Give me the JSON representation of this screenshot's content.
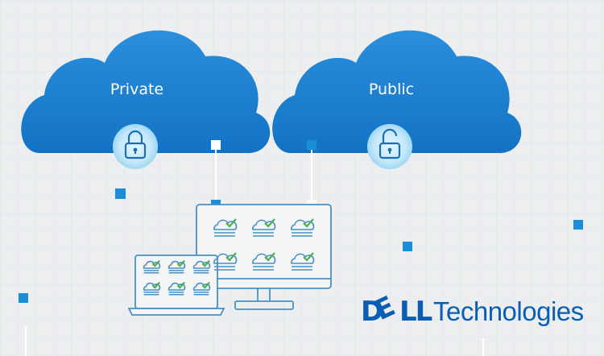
{
  "clouds": {
    "private": {
      "label": "Private",
      "lock_icon": "lock-closed-icon"
    },
    "public": {
      "label": "Public",
      "lock_icon": "lock-open-icon"
    }
  },
  "devices": {
    "monitor": {
      "icon": "monitor-icon",
      "tile_icon": "cloud-check-icon"
    },
    "laptop": {
      "icon": "laptop-icon",
      "tile_icon": "cloud-check-icon"
    }
  },
  "brand": {
    "logo_icon": "dell-technologies-logo"
  },
  "colors": {
    "cloud": "#1f7fd0",
    "cloud_light": "#2d93df",
    "background": "#eceef0",
    "accent": "#1a8fd8",
    "line_art": "#4a90c2",
    "check": "#4caf50",
    "brand": "#0a5fb4"
  }
}
